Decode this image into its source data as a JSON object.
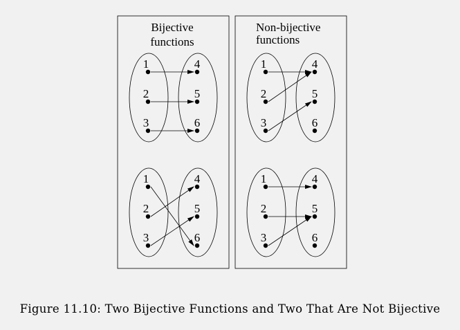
{
  "panels": [
    {
      "id": "bijective",
      "title_lines": [
        "Bijective",
        "functions"
      ],
      "diagrams": [
        {
          "domain": [
            "1",
            "2",
            "3"
          ],
          "codomain": [
            "4",
            "5",
            "6"
          ],
          "mapping": [
            [
              0,
              0
            ],
            [
              1,
              1
            ],
            [
              2,
              2
            ]
          ]
        },
        {
          "domain": [
            "1",
            "2",
            "3"
          ],
          "codomain": [
            "4",
            "5",
            "6"
          ],
          "mapping": [
            [
              0,
              2
            ],
            [
              1,
              0
            ],
            [
              2,
              1
            ]
          ]
        }
      ]
    },
    {
      "id": "non-bijective",
      "title_lines": [
        "Non-bijective",
        "functions"
      ],
      "diagrams": [
        {
          "domain": [
            "1",
            "2",
            "3"
          ],
          "codomain": [
            "4",
            "5",
            "6"
          ],
          "mapping": [
            [
              0,
              0
            ],
            [
              1,
              0
            ],
            [
              2,
              1
            ]
          ]
        },
        {
          "domain": [
            "1",
            "2",
            "3"
          ],
          "codomain": [
            "4",
            "5",
            "6"
          ],
          "mapping": [
            [
              0,
              0
            ],
            [
              1,
              1
            ],
            [
              2,
              1
            ]
          ]
        }
      ]
    }
  ],
  "caption": "Figure 11.10: Two Bijective Functions and Two That Are Not Bijective"
}
